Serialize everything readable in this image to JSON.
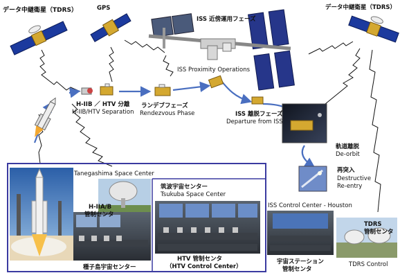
{
  "labels": {
    "tdrs_left": "データ中継衛星（TDRS）",
    "gps": "GPS",
    "iss_proximity_jp": "ISS 近傍運用フェーズ",
    "tdrs_right": "データ中継衛星（TDRS）",
    "iss_proximity_en": "ISS Proximity Operations",
    "separation_jp": "H-IIB ／ HTV 分離",
    "separation_en": "H-IIB/HTV Separation",
    "rendezvous_jp": "ランデブフェーズ",
    "rendezvous_en": "Rendezvous Phase",
    "departure_jp": "ISS 離脱フェーズ",
    "departure_en": "Departure from ISS",
    "deorbit_jp": "軌道離脱",
    "deorbit_en": "De-orbit",
    "reentry_jp": "再突入",
    "reentry_en1": "Destructive",
    "reentry_en2": "Re-entry",
    "tanegashima_en": "Tanegashima Space Center",
    "h2a_center_1": "H-IIA/B",
    "h2a_center_2": "管制センタ",
    "tanegashima_jp": "種子島宇宙センター",
    "tsukuba_jp": "筑波宇宙センター",
    "tsukuba_en": "Tsukuba Space Center",
    "htv_control_jp": "HTV 管制センタ",
    "htv_control_en": "（HTV Control Center）",
    "iss_houston": "ISS Control Center - Houston",
    "space_station_1": "宇宙ステーション",
    "space_station_2": "管制センタ",
    "tdrs_center_1": "TDRS",
    "tdrs_center_2": "管制センタ",
    "tdrs_control": "TDRS Control"
  },
  "colors": {
    "arrow": "#4a6fc0",
    "frame": "#3a3aa0",
    "solar_panel": "#1c3a9e",
    "satellite_body": "#d4a830"
  }
}
